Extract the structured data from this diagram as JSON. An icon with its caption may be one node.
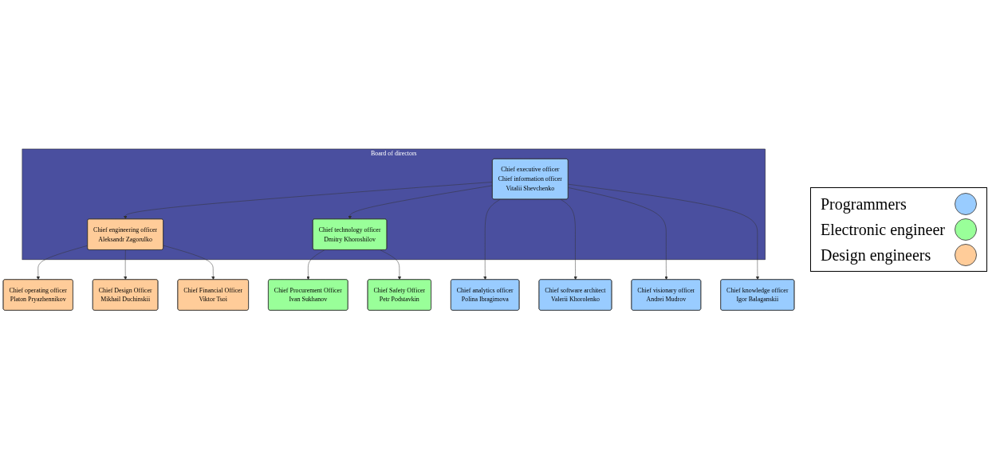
{
  "diagram": {
    "nodes": [
      {
        "text": [
          "Board of directors"
        ]
      },
      {
        "text": [
          "Chief executive officer",
          "Chief information officer",
          "Vitalii Shevchenko"
        ],
        "in": 0
      },
      {
        "text": [
          "Chief engineering officer",
          "Aleksandr Zagorulko"
        ],
        "in": 0
      },
      {
        "text": [
          "Chief technology officer",
          "Dmitry Khoroshilov"
        ],
        "in": 0
      },
      {
        "text": [
          "Chief operating officer",
          "Platon Pryazhennikov"
        ]
      },
      {
        "text": [
          "Chief Design Officer",
          "Mikhail Duchinskii"
        ]
      },
      {
        "text": [
          "Chief Financial Officer",
          "Viktor Tsoi"
        ]
      },
      {
        "text": [
          "Chief analytics officer",
          "Polina Ibragimova"
        ]
      },
      {
        "text": [
          "Chief software architect",
          "Valerii Khorolenko"
        ]
      },
      {
        "text": [
          "Chief visionary officer",
          "Andrei Mudrov"
        ]
      },
      {
        "text": [
          "Chief knowledge officer",
          "Igor Balaganskii"
        ]
      },
      {
        "text": [
          "Chief Procurement Officer",
          "Ivan Sukhanov"
        ]
      },
      {
        "text": [
          "Chief Safety Officer",
          "Petr Podstavkin"
        ]
      }
    ],
    "edges": [
      {
        "from": 1,
        "to": 2,
        "arrow": "to"
      },
      {
        "from": 1,
        "to": 3,
        "arrow": "to"
      },
      {
        "from": 2,
        "to": 4,
        "arrow": "to"
      },
      {
        "from": 2,
        "to": 5,
        "arrow": "to"
      },
      {
        "from": 2,
        "to": 6,
        "arrow": "to"
      },
      {
        "from": 1,
        "to": 7,
        "arrow": "to"
      },
      {
        "from": 1,
        "to": 8,
        "arrow": "to"
      },
      {
        "from": 1,
        "to": 9,
        "arrow": "to"
      },
      {
        "from": 1,
        "to": 10,
        "arrow": "to"
      },
      {
        "from": 3,
        "to": 11,
        "arrow": "to"
      },
      {
        "from": 3,
        "to": 12,
        "arrow": "to"
      }
    ],
    "legend": [
      {
        "text": "Programmers",
        "color": "#99ccff"
      },
      {
        "text": "Electronic engineer",
        "color": "#99ff99"
      },
      {
        "text": "Design engineers",
        "color": "#ffcc99"
      }
    ]
  }
}
